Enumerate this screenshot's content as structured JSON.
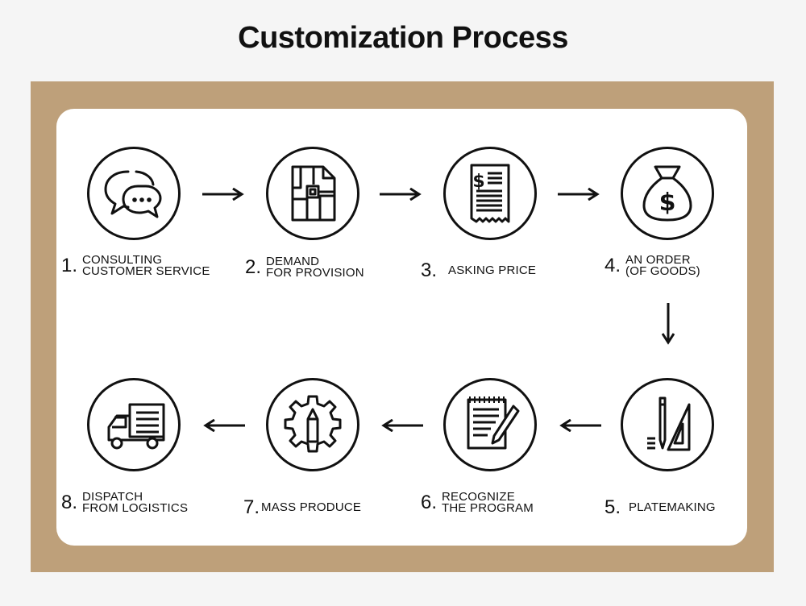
{
  "title": "Customization Process",
  "colors": {
    "frame": "#bea07a",
    "panel": "#ffffff",
    "ink": "#111111"
  },
  "steps": [
    {
      "number": "1.",
      "line1": "CONSULTING",
      "line2": "CUSTOMER SERVICE",
      "icon": "chat-bubbles-icon"
    },
    {
      "number": "2.",
      "line1": "DEMAND",
      "line2": "FOR PROVISION",
      "icon": "document-layout-icon"
    },
    {
      "number": "3.",
      "line1": "ASKING PRICE",
      "line2": "",
      "icon": "receipt-dollar-icon"
    },
    {
      "number": "4.",
      "line1": "AN ORDER",
      "line2": "(OF GOODS)",
      "icon": "money-bag-icon"
    },
    {
      "number": "5.",
      "line1": "PLATEMAKING",
      "line2": "",
      "icon": "pencil-triangle-ruler-icon"
    },
    {
      "number": "6.",
      "line1": "RECOGNIZE",
      "line2": "THE PROGRAM",
      "icon": "notepad-pen-icon"
    },
    {
      "number": "7.",
      "line1": "MASS PRODUCE",
      "line2": "",
      "icon": "gear-pencil-icon"
    },
    {
      "number": "8.",
      "line1": "DISPATCH",
      "line2": "FROM LOGISTICS",
      "icon": "delivery-truck-icon"
    }
  ]
}
